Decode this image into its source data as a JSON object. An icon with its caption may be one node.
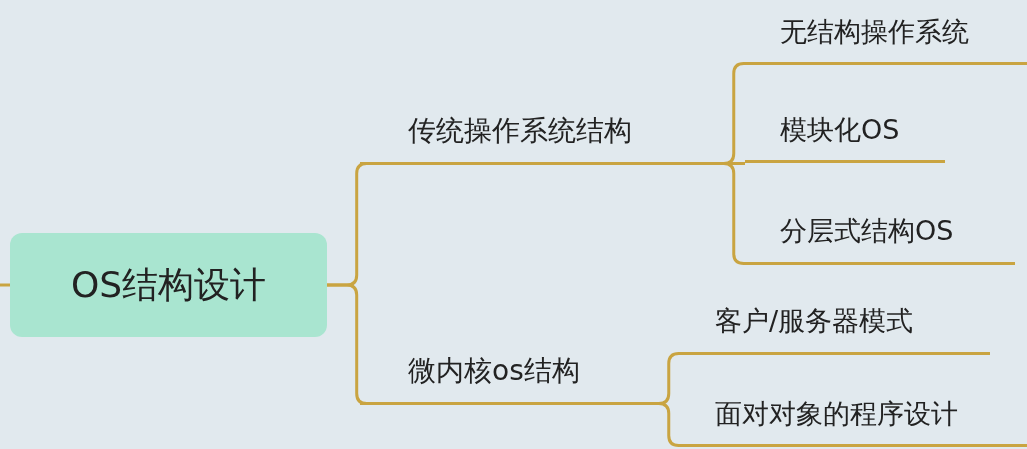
{
  "diagram": {
    "nodes": [
      {
        "text": [
          "OS结构设计"
        ]
      },
      {
        "text": [
          "传统操作系统结构"
        ]
      },
      {
        "text": [
          "无结构操作系统"
        ]
      },
      {
        "text": [
          "模块化OS"
        ]
      },
      {
        "text": [
          "分层式结构OS"
        ]
      },
      {
        "text": [
          "微内核os结构"
        ]
      },
      {
        "text": [
          "客户/服务器模式"
        ]
      },
      {
        "text": [
          "面对对象的程序设计"
        ]
      }
    ],
    "edges": [
      {
        "from": null,
        "to": 0,
        "arrow": "none"
      },
      {
        "from": 0,
        "to": 1,
        "arrow": "none"
      },
      {
        "from": 1,
        "to": 2,
        "arrow": "none"
      },
      {
        "from": 1,
        "to": 3,
        "arrow": "none"
      },
      {
        "from": 1,
        "to": 4,
        "arrow": "none"
      },
      {
        "from": 0,
        "to": 5,
        "arrow": "none"
      },
      {
        "from": 5,
        "to": 6,
        "arrow": "none"
      },
      {
        "from": 5,
        "to": 7,
        "arrow": "none"
      }
    ]
  }
}
